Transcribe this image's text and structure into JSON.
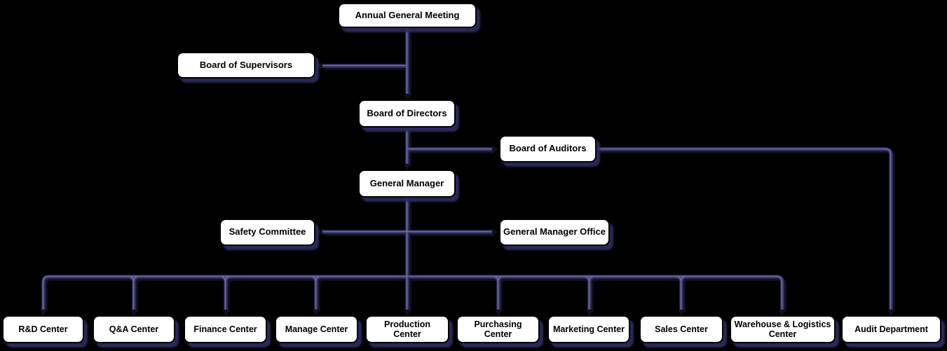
{
  "diagram": {
    "nodes": {
      "agm": {
        "label": "Annual General Meeting"
      },
      "supervisors": {
        "label": "Board of Supervisors"
      },
      "directors": {
        "label": "Board of Directors"
      },
      "auditors": {
        "label": "Board of Auditors"
      },
      "gm": {
        "label": "General Manager"
      },
      "safety": {
        "label": "Safety Committee"
      },
      "gm_office": {
        "label": "General Manager Office"
      },
      "rd": {
        "label": "R&D Center"
      },
      "qa": {
        "label": "Q&A Center"
      },
      "finance": {
        "label": "Finance Center"
      },
      "manage": {
        "label": "Manage Center"
      },
      "production": {
        "label": "Production Center"
      },
      "purchasing": {
        "label": "Purchasing Center"
      },
      "marketing": {
        "label": "Marketing Center"
      },
      "sales": {
        "label": "Sales Center"
      },
      "warehouse": {
        "label": "Warehouse & Logistics Center"
      },
      "audit": {
        "label": "Audit Department"
      }
    },
    "edges": [
      {
        "from": "Annual General Meeting",
        "to": "Board of Supervisors"
      },
      {
        "from": "Annual General Meeting",
        "to": "Board of Directors"
      },
      {
        "from": "Board of Directors",
        "to": "Board of Auditors"
      },
      {
        "from": "Board of Directors",
        "to": "General Manager"
      },
      {
        "from": "General Manager",
        "to": "Safety Committee"
      },
      {
        "from": "General Manager",
        "to": "General Manager Office"
      },
      {
        "from": "General Manager",
        "to": "R&D Center"
      },
      {
        "from": "General Manager",
        "to": "Q&A Center"
      },
      {
        "from": "General Manager",
        "to": "Finance Center"
      },
      {
        "from": "General Manager",
        "to": "Manage Center"
      },
      {
        "from": "General Manager",
        "to": "Production Center"
      },
      {
        "from": "General Manager",
        "to": "Purchasing Center"
      },
      {
        "from": "General Manager",
        "to": "Marketing Center"
      },
      {
        "from": "General Manager",
        "to": "Sales Center"
      },
      {
        "from": "General Manager",
        "to": "Warehouse & Logistics Center"
      },
      {
        "from": "Board of Auditors",
        "to": "Audit Department"
      }
    ],
    "colors": {
      "background": "#000000",
      "node_fill": "#ffffff",
      "node_border": "#000000",
      "node_text": "#000000",
      "connector": "#31315e",
      "connector_highlight": "#6b6b9e",
      "connector_shadow": "#131328",
      "arrowhead": "#10101f",
      "box_shadow": "#2b2b5c"
    }
  }
}
